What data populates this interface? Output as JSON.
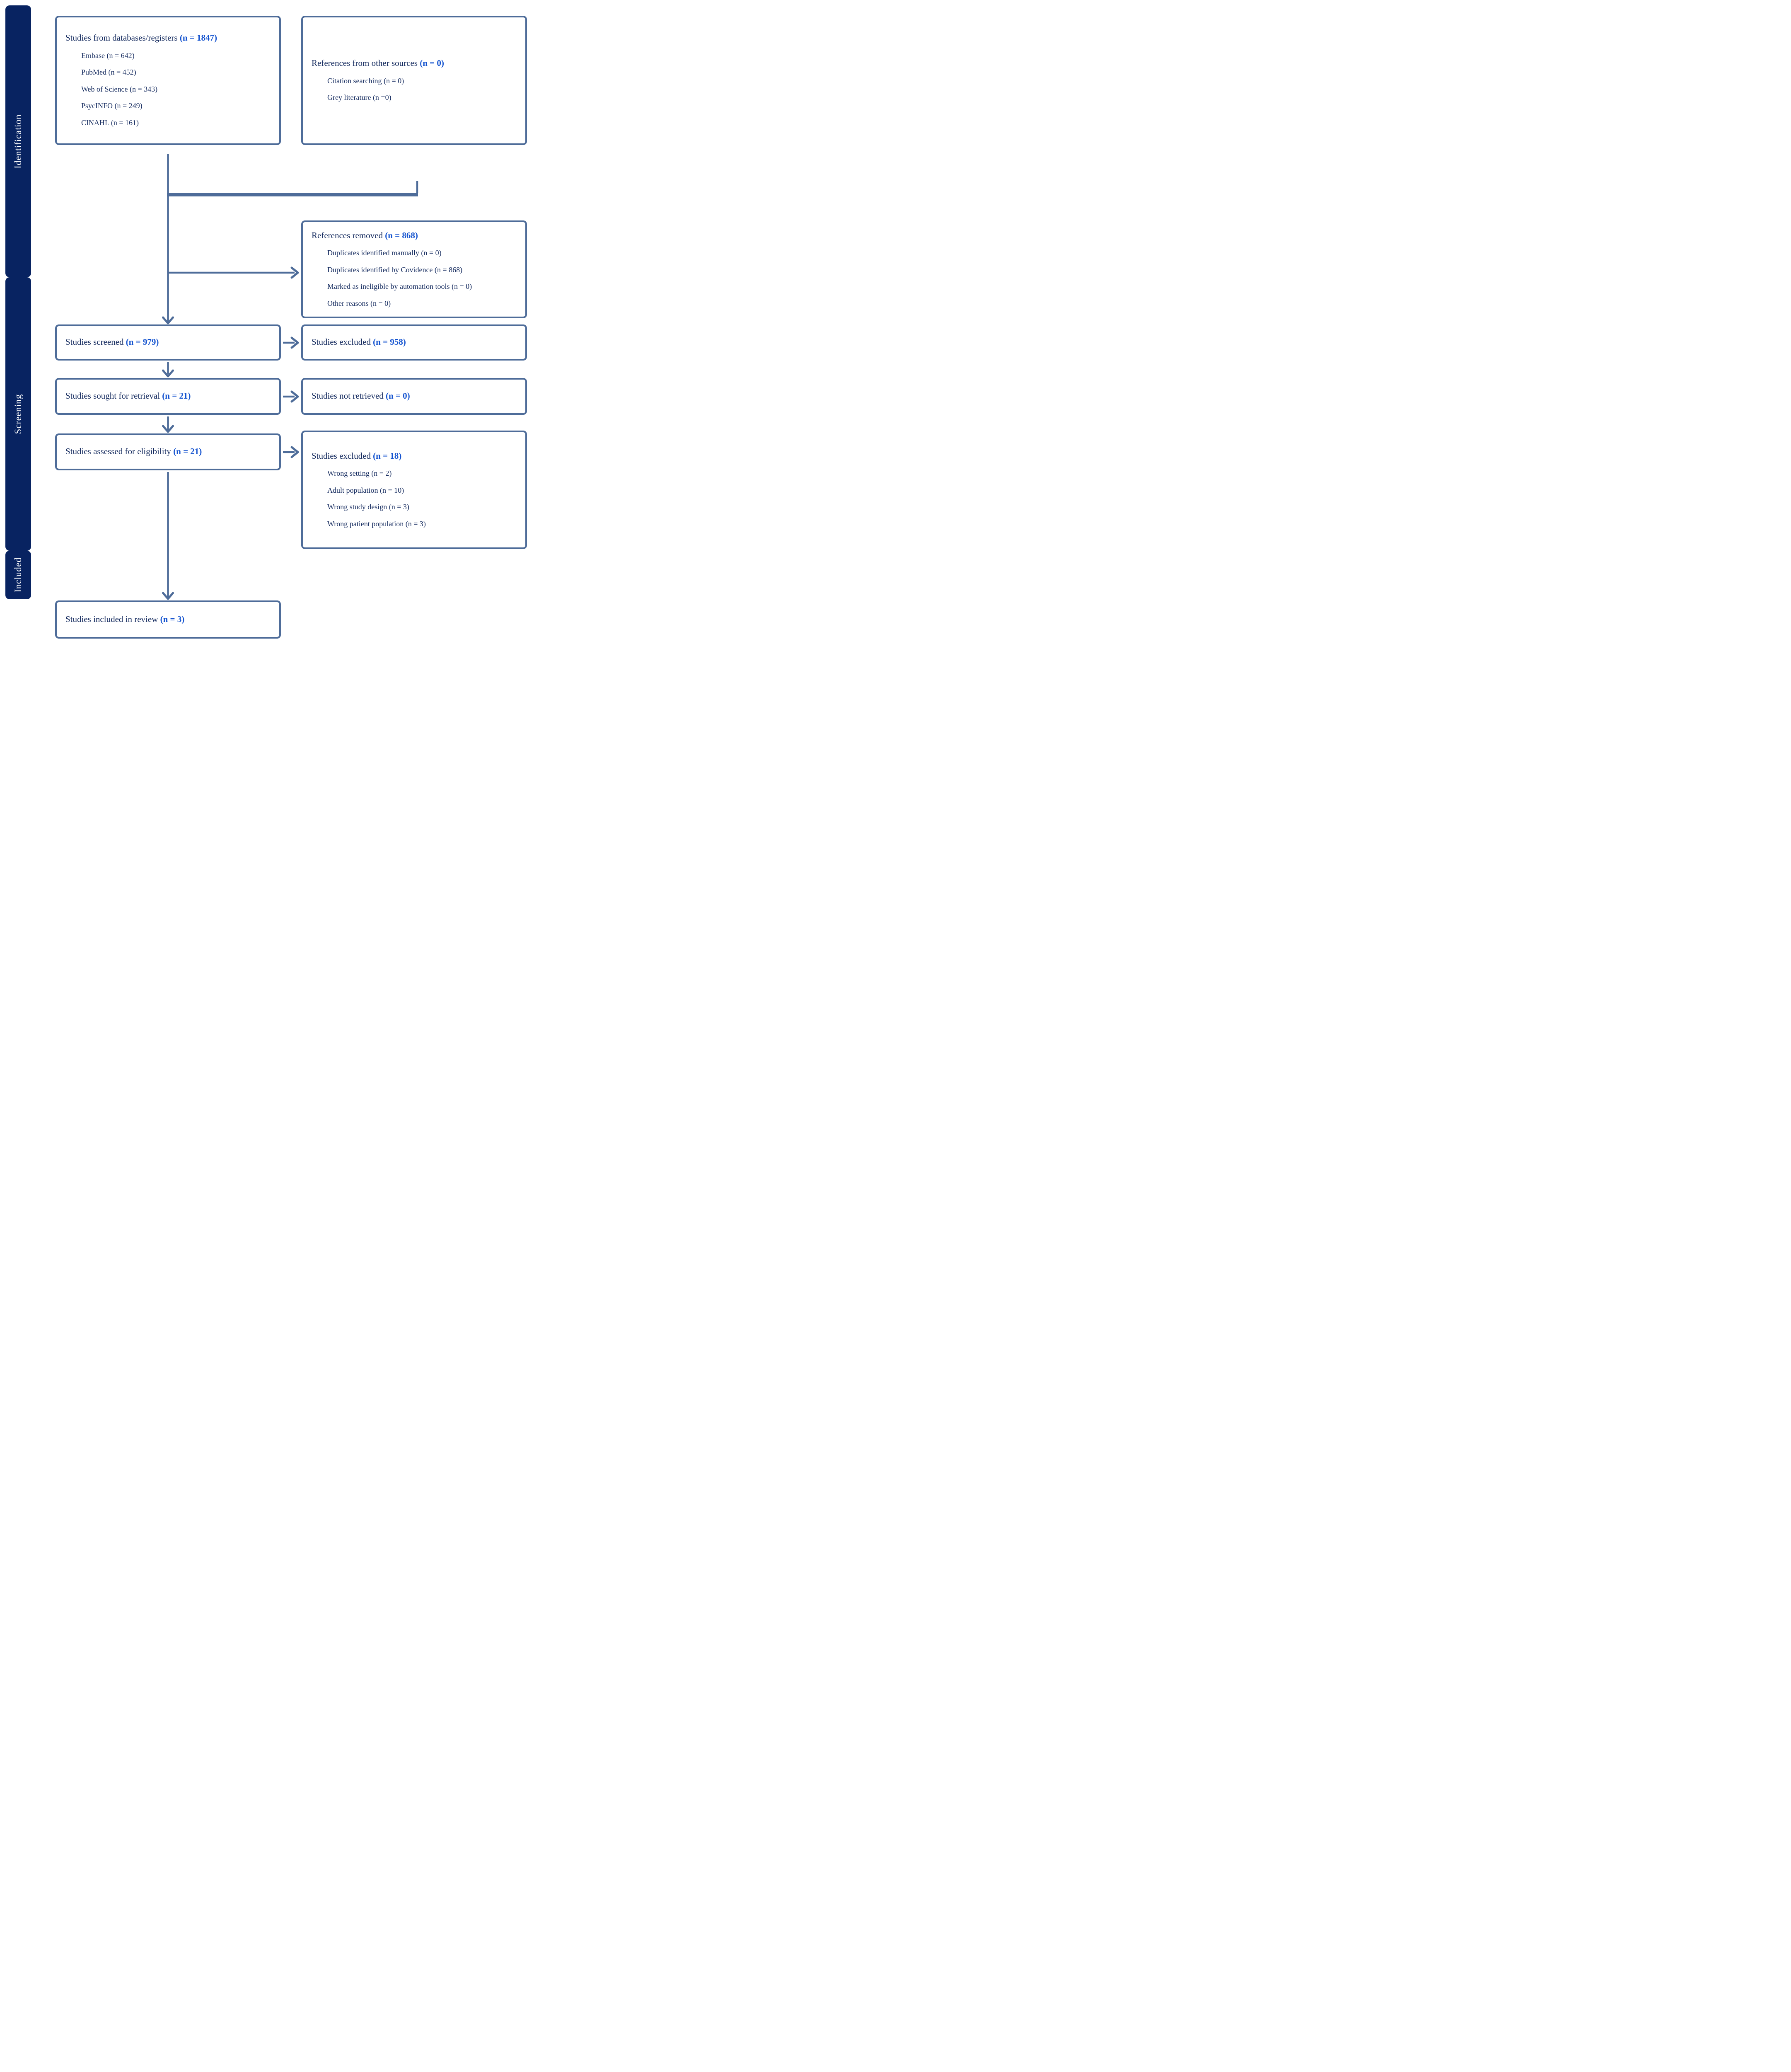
{
  "palette": {
    "line_blue": "#4e6c99",
    "text_navy": "#142a5e",
    "accent_blue": "#1453cf",
    "sidebar_navy": "#082361",
    "background": "#ffffff"
  },
  "sidebar": {
    "stages": [
      {
        "label": "Identification"
      },
      {
        "label": "Screening"
      },
      {
        "label": "Included"
      }
    ]
  },
  "boxes": {
    "databases": {
      "title": "Studies from databases/registers",
      "count": "(n = 1847)",
      "items": [
        "Embase (n = 642)",
        "PubMed (n = 452)",
        "Web of Science (n = 343)",
        "PsycINFO (n = 249)",
        "CINAHL (n = 161)"
      ]
    },
    "other_sources": {
      "title": "References from other sources",
      "count": "(n = 0)",
      "items": [
        "Citation searching (n = 0)",
        "Grey literature (n =0)"
      ]
    },
    "references_removed": {
      "title": "References removed",
      "count": "(n = 868)",
      "items": [
        "Duplicates identified manually (n = 0)",
        "Duplicates identified by Covidence (n = 868)",
        "Marked as ineligible by automation tools (n = 0)",
        "Other reasons (n = 0)"
      ]
    },
    "screened": {
      "title": "Studies screened",
      "count": "(n = 979)"
    },
    "excluded_screening": {
      "title": "Studies excluded",
      "count": "(n = 958)"
    },
    "sought": {
      "title": "Studies sought for retrieval",
      "count": "(n = 21)"
    },
    "not_retrieved": {
      "title": "Studies not retrieved",
      "count": "(n = 0)"
    },
    "assessed": {
      "title": "Studies assessed for eligibility",
      "count": "(n = 21)"
    },
    "excluded_eligibility": {
      "title": "Studies excluded",
      "count": "(n = 18)",
      "items": [
        "Wrong setting (n = 2)",
        "Adult population (n = 10)",
        "Wrong study design (n = 3)",
        "Wrong patient population (n = 3)"
      ]
    },
    "included": {
      "title": "Studies included in review",
      "count": "(n = 3)"
    }
  }
}
